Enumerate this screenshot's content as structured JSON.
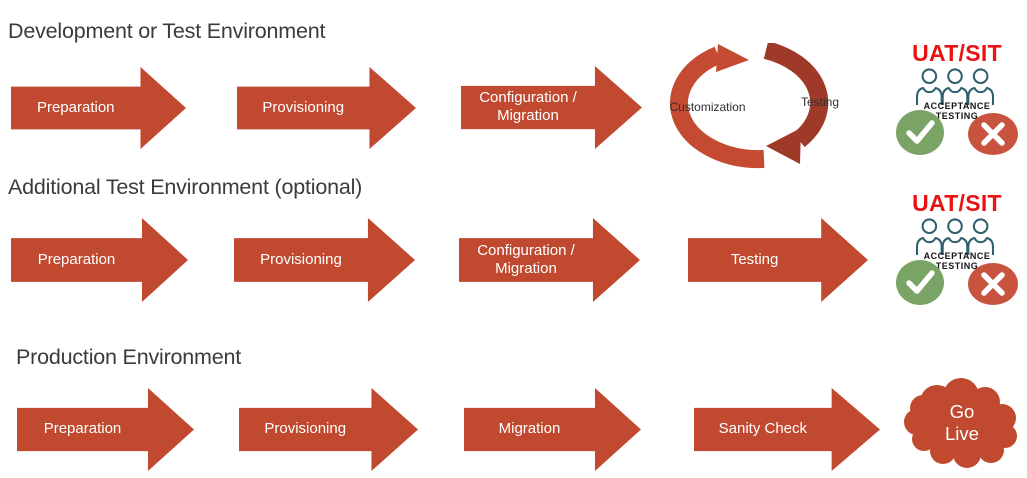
{
  "colors": {
    "arrow": "#c0492f",
    "cycle-bright": "#c44b31",
    "cycle-dark": "#a03a28",
    "uat-red": "#e91313",
    "check-green": "#7aa465",
    "cross-red": "#c85440",
    "people": "#2e5f6d",
    "heading": "#3b3b3b",
    "cloud": "#c0492f",
    "cycle-label": "#2f2f2f"
  },
  "row1": {
    "heading": "Development or Test Environment",
    "steps": [
      "Preparation",
      "Provisioning",
      "Configuration / Migration"
    ],
    "cycle": {
      "left_label": "Customization",
      "right_label": "Testing"
    }
  },
  "row2": {
    "heading": "Additional Test Environment (optional)",
    "steps": [
      "Preparation",
      "Provisioning",
      "Configuration / Migration",
      "Testing"
    ]
  },
  "row3": {
    "heading": "Production Environment",
    "steps": [
      "Preparation",
      "Provisioning",
      "Migration",
      "Sanity Check"
    ],
    "go_live": "Go Live"
  },
  "uat": {
    "title": "UAT/SIT",
    "caption": [
      "ACCEPTANCE",
      "TESTING"
    ]
  }
}
